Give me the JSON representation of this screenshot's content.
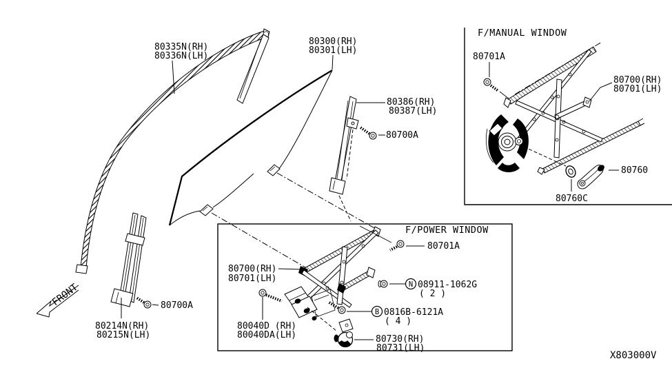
{
  "diagram": {
    "code": "X803000V",
    "front_label": "FRONT",
    "labels": {
      "run_channel_1": "80335N(RH)",
      "run_channel_2": "80336N(LH)",
      "glass_1": "80300(RH)",
      "glass_2": "80301(LH)",
      "rear_channel_1": "80386(RH)",
      "rear_channel_2": "80387(LH)",
      "screw_rear": "80700A",
      "sash_1": "80214N(RH)",
      "sash_2": "80215N(LH)",
      "screw_front": "80700A"
    },
    "manual": {
      "title": "F/MANUAL WINDOW",
      "screw": "80701A",
      "reg_1": "80700(RH)",
      "reg_2": "80701(LH)",
      "handle": "80760",
      "escutcheon": "80760C"
    },
    "power": {
      "title": "F/POWER WINDOW",
      "screw": "80701A",
      "reg_1": "80700(RH)",
      "reg_2": "80701(LH)",
      "nut_letter": "N",
      "nut_number": "08911-1062G",
      "nut_qty": "( 2 )",
      "bolt_letter": "B",
      "bolt_number": "0816B-6121A",
      "bolt_qty": "( 4 )",
      "base_1": "80040D (RH)",
      "base_2": "80040DA(LH)",
      "motor_1": "80730(RH)",
      "motor_2": "80731(LH)"
    }
  }
}
